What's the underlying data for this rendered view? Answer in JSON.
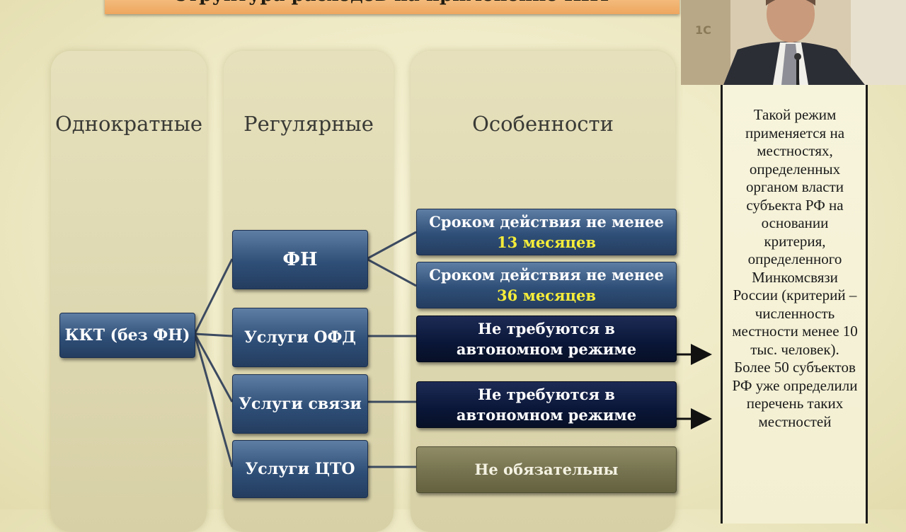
{
  "slide": {
    "title": "Структура расходов на применение ККТ",
    "columns": {
      "one_time": "Однократные",
      "regular": "Регулярные",
      "features": "Особенности"
    },
    "nodes": {
      "kkt": "ККТ (без ФН)",
      "fn": "ФН",
      "ofd": "Услуги ОФД",
      "communication": "Услуги связи",
      "cto": "Услуги ЦТО"
    },
    "features": {
      "fn13_line1": "Сроком действия не менее",
      "fn13_line2": "13 месяцев",
      "fn36_line1": "Сроком действия не менее",
      "fn36_line2": "36 месяцев",
      "ofd_line1": "Не требуются  в",
      "ofd_line2": "автономном режиме",
      "comm_line1": "Не  требуются в",
      "comm_line2": "автономном режиме",
      "cto": "Не обязательны"
    },
    "note": "Такой режим применяется на местностях, определенных органом власти субъекта РФ на основании критерия, определенного Минкомсвязи России (критерий – численность местности менее 10 тыс. человек). Более 50 субъектов РФ уже определили перечень таких местностей"
  },
  "colors": {
    "blue_box": "#2f4f78",
    "dark_box": "#0a1638",
    "olive_box": "#75724f",
    "highlight": "#f4ec3a",
    "title_bar": "#eea65f"
  }
}
